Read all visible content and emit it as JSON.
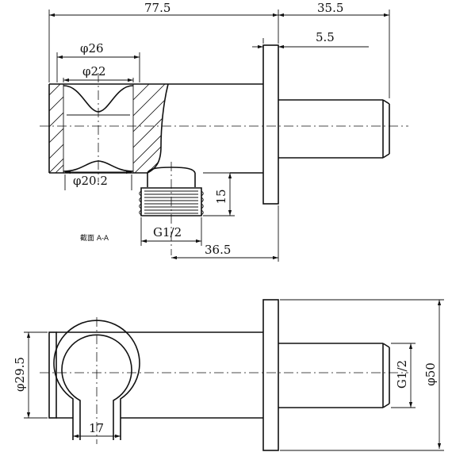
{
  "section_view": {
    "label": "截面 A-A",
    "dims": {
      "overall_length": "77.5",
      "holder_length": "35.5",
      "flange_thickness": "5.5",
      "dia_outer": "φ26",
      "dia_inner": "φ22",
      "dia_bottom": "φ20.2",
      "thread_height": "15",
      "thread_size": "G1/2",
      "outlet_offset": "36.5"
    }
  },
  "side_view": {
    "dims": {
      "height": "φ29.5",
      "width": "17",
      "thread_size": "G1/2",
      "flange_dia": "φ50"
    }
  }
}
